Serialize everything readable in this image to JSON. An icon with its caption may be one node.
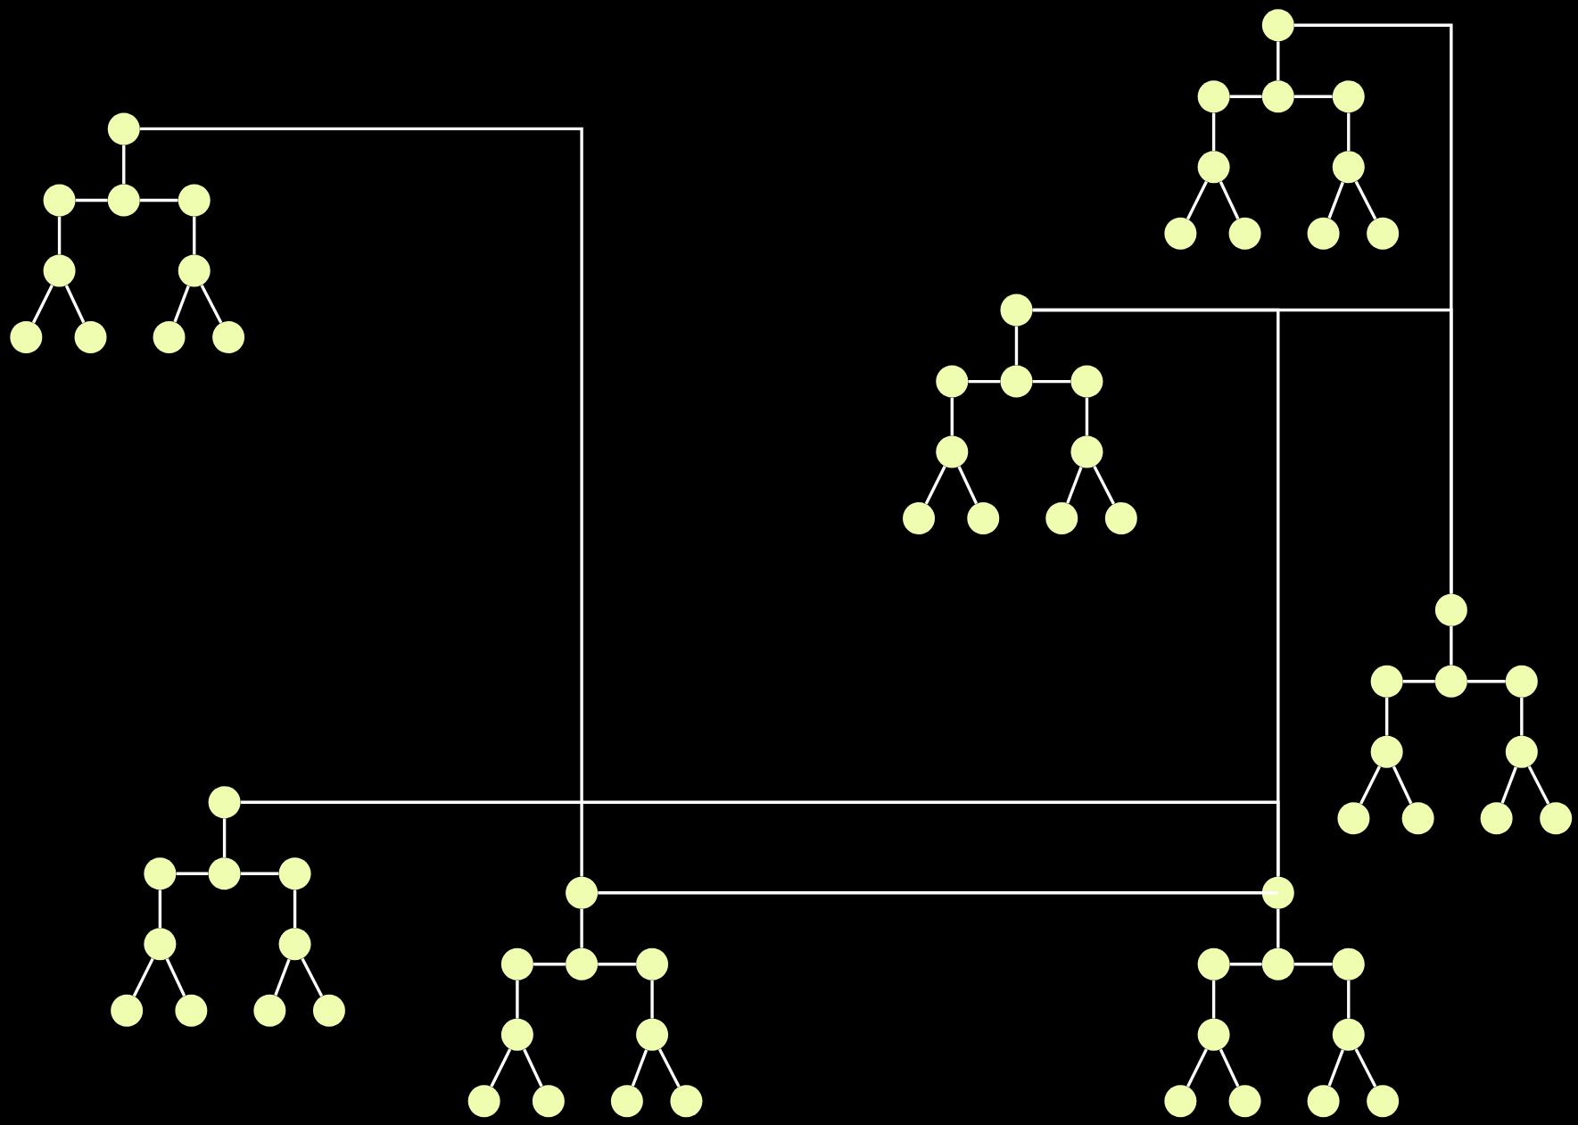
{
  "diagram": {
    "nodes": [
      {
        "text": [],
        "shape": "circle"
      },
      {
        "text": [],
        "shape": "circle"
      },
      {
        "text": [],
        "shape": "circle"
      },
      {
        "text": [],
        "shape": "circle"
      },
      {
        "text": [],
        "shape": "circle"
      },
      {
        "text": [],
        "shape": "circle"
      },
      {
        "text": [],
        "shape": "circle"
      },
      {
        "text": [],
        "shape": "circle"
      },
      {
        "text": [],
        "shape": "circle"
      },
      {
        "text": [],
        "shape": "circle"
      },
      {
        "text": [],
        "shape": "circle"
      },
      {
        "text": [],
        "shape": "circle"
      },
      {
        "text": [],
        "shape": "circle"
      },
      {
        "text": [],
        "shape": "circle"
      },
      {
        "text": [],
        "shape": "circle"
      },
      {
        "text": [],
        "shape": "circle"
      },
      {
        "text": [],
        "shape": "circle"
      },
      {
        "text": [],
        "shape": "circle"
      },
      {
        "text": [],
        "shape": "circle"
      },
      {
        "text": [],
        "shape": "circle"
      },
      {
        "text": [],
        "shape": "circle"
      },
      {
        "text": [],
        "shape": "circle"
      },
      {
        "text": [],
        "shape": "circle"
      },
      {
        "text": [],
        "shape": "circle"
      },
      {
        "text": [],
        "shape": "circle"
      },
      {
        "text": [],
        "shape": "circle"
      },
      {
        "text": [],
        "shape": "circle"
      },
      {
        "text": [],
        "shape": "circle"
      },
      {
        "text": [],
        "shape": "circle"
      },
      {
        "text": [],
        "shape": "circle"
      },
      {
        "text": [],
        "shape": "circle"
      },
      {
        "text": [],
        "shape": "circle"
      },
      {
        "text": [],
        "shape": "circle"
      },
      {
        "text": [],
        "shape": "circle"
      },
      {
        "text": [],
        "shape": "circle"
      },
      {
        "text": [],
        "shape": "circle"
      },
      {
        "text": [],
        "shape": "circle"
      },
      {
        "text": [],
        "shape": "circle"
      },
      {
        "text": [],
        "shape": "circle"
      },
      {
        "text": [],
        "shape": "circle"
      },
      {
        "text": [],
        "shape": "circle"
      },
      {
        "text": [],
        "shape": "circle"
      },
      {
        "text": [],
        "shape": "circle"
      },
      {
        "text": [],
        "shape": "circle"
      },
      {
        "text": [],
        "shape": "circle"
      },
      {
        "text": [],
        "shape": "circle"
      },
      {
        "text": [],
        "shape": "circle"
      },
      {
        "text": [],
        "shape": "circle"
      },
      {
        "text": [],
        "shape": "circle"
      },
      {
        "text": [],
        "shape": "circle"
      },
      {
        "text": [],
        "shape": "circle"
      },
      {
        "text": [],
        "shape": "circle"
      },
      {
        "text": [],
        "shape": "circle"
      },
      {
        "text": [],
        "shape": "circle"
      },
      {
        "text": [],
        "shape": "circle"
      },
      {
        "text": [],
        "shape": "circle"
      },
      {
        "text": [],
        "shape": "circle"
      },
      {
        "text": [],
        "shape": "circle"
      },
      {
        "text": [],
        "shape": "circle"
      },
      {
        "text": [],
        "shape": "circle"
      },
      {
        "text": [],
        "shape": "circle"
      },
      {
        "text": [],
        "shape": "circle"
      },
      {
        "text": [],
        "shape": "circle"
      },
      {
        "text": [],
        "shape": "circle"
      },
      {
        "text": [],
        "shape": "circle"
      },
      {
        "text": [],
        "shape": "circle"
      },
      {
        "text": [],
        "shape": "circle"
      },
      {
        "text": [],
        "shape": "circle"
      },
      {
        "text": [],
        "shape": "circle"
      },
      {
        "text": [],
        "shape": "circle"
      }
    ],
    "edges": [
      {
        "from": 0,
        "to": 2,
        "arrow": "none"
      },
      {
        "from": 2,
        "to": 1,
        "arrow": "none"
      },
      {
        "from": 2,
        "to": 3,
        "arrow": "none"
      },
      {
        "from": 1,
        "to": 4,
        "arrow": "none"
      },
      {
        "from": 3,
        "to": 5,
        "arrow": "none"
      },
      {
        "from": 4,
        "to": 6,
        "arrow": "none"
      },
      {
        "from": 4,
        "to": 7,
        "arrow": "none"
      },
      {
        "from": 5,
        "to": 8,
        "arrow": "none"
      },
      {
        "from": 5,
        "to": 9,
        "arrow": "none"
      },
      {
        "from": 10,
        "to": 12,
        "arrow": "none"
      },
      {
        "from": 12,
        "to": 11,
        "arrow": "none"
      },
      {
        "from": 12,
        "to": 13,
        "arrow": "none"
      },
      {
        "from": 11,
        "to": 14,
        "arrow": "none"
      },
      {
        "from": 13,
        "to": 15,
        "arrow": "none"
      },
      {
        "from": 14,
        "to": 16,
        "arrow": "none"
      },
      {
        "from": 14,
        "to": 17,
        "arrow": "none"
      },
      {
        "from": 15,
        "to": 18,
        "arrow": "none"
      },
      {
        "from": 15,
        "to": 19,
        "arrow": "none"
      },
      {
        "from": 20,
        "to": 22,
        "arrow": "none"
      },
      {
        "from": 22,
        "to": 21,
        "arrow": "none"
      },
      {
        "from": 22,
        "to": 23,
        "arrow": "none"
      },
      {
        "from": 21,
        "to": 24,
        "arrow": "none"
      },
      {
        "from": 23,
        "to": 25,
        "arrow": "none"
      },
      {
        "from": 24,
        "to": 26,
        "arrow": "none"
      },
      {
        "from": 24,
        "to": 27,
        "arrow": "none"
      },
      {
        "from": 25,
        "to": 28,
        "arrow": "none"
      },
      {
        "from": 25,
        "to": 29,
        "arrow": "none"
      },
      {
        "from": 30,
        "to": 32,
        "arrow": "none"
      },
      {
        "from": 32,
        "to": 31,
        "arrow": "none"
      },
      {
        "from": 32,
        "to": 33,
        "arrow": "none"
      },
      {
        "from": 31,
        "to": 34,
        "arrow": "none"
      },
      {
        "from": 33,
        "to": 35,
        "arrow": "none"
      },
      {
        "from": 34,
        "to": 36,
        "arrow": "none"
      },
      {
        "from": 34,
        "to": 37,
        "arrow": "none"
      },
      {
        "from": 35,
        "to": 38,
        "arrow": "none"
      },
      {
        "from": 35,
        "to": 39,
        "arrow": "none"
      },
      {
        "from": 40,
        "to": 42,
        "arrow": "none"
      },
      {
        "from": 42,
        "to": 41,
        "arrow": "none"
      },
      {
        "from": 42,
        "to": 43,
        "arrow": "none"
      },
      {
        "from": 41,
        "to": 44,
        "arrow": "none"
      },
      {
        "from": 43,
        "to": 45,
        "arrow": "none"
      },
      {
        "from": 44,
        "to": 46,
        "arrow": "none"
      },
      {
        "from": 44,
        "to": 47,
        "arrow": "none"
      },
      {
        "from": 45,
        "to": 48,
        "arrow": "none"
      },
      {
        "from": 45,
        "to": 49,
        "arrow": "none"
      },
      {
        "from": 50,
        "to": 52,
        "arrow": "none"
      },
      {
        "from": 52,
        "to": 51,
        "arrow": "none"
      },
      {
        "from": 52,
        "to": 53,
        "arrow": "none"
      },
      {
        "from": 51,
        "to": 54,
        "arrow": "none"
      },
      {
        "from": 53,
        "to": 55,
        "arrow": "none"
      },
      {
        "from": 54,
        "to": 56,
        "arrow": "none"
      },
      {
        "from": 54,
        "to": 57,
        "arrow": "none"
      },
      {
        "from": 55,
        "to": 58,
        "arrow": "none"
      },
      {
        "from": 55,
        "to": 59,
        "arrow": "none"
      },
      {
        "from": 60,
        "to": 62,
        "arrow": "none"
      },
      {
        "from": 62,
        "to": 61,
        "arrow": "none"
      },
      {
        "from": 62,
        "to": 63,
        "arrow": "none"
      },
      {
        "from": 61,
        "to": 64,
        "arrow": "none"
      },
      {
        "from": 63,
        "to": 65,
        "arrow": "none"
      },
      {
        "from": 64,
        "to": 66,
        "arrow": "none"
      },
      {
        "from": 64,
        "to": 67,
        "arrow": "none"
      },
      {
        "from": 65,
        "to": 68,
        "arrow": "none"
      },
      {
        "from": 65,
        "to": 69,
        "arrow": "none"
      },
      {
        "from": 0,
        "to": 50,
        "arrow": "none"
      },
      {
        "from": 10,
        "to": 30,
        "arrow": "none"
      },
      {
        "from": 20,
        "to": 30,
        "arrow": "none"
      },
      {
        "from": 20,
        "to": 60,
        "arrow": "none"
      },
      {
        "from": 40,
        "to": 60,
        "arrow": "none"
      },
      {
        "from": 50,
        "to": 60,
        "arrow": "none"
      }
    ]
  }
}
